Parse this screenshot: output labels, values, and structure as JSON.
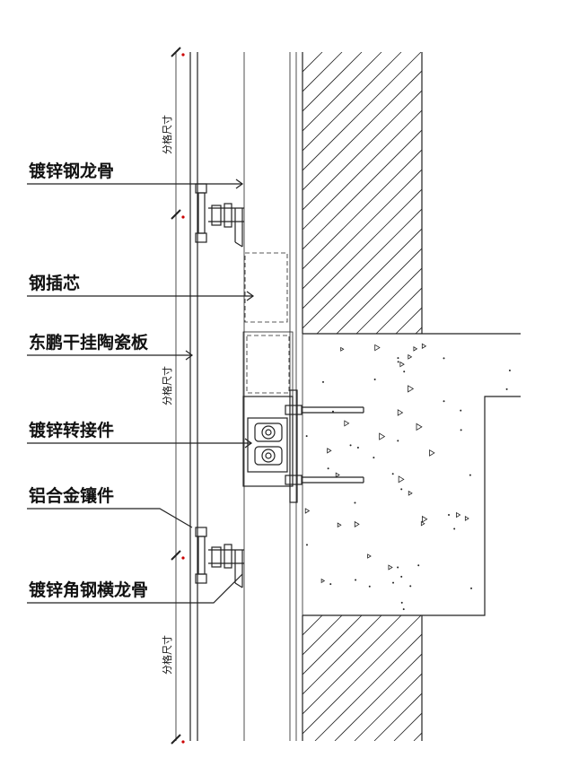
{
  "labels": {
    "galvanized_steel_keel": "镀锌钢龙骨",
    "steel_insert_core": "钢插芯",
    "dongpeng_ceramic_panel": "东鹏干挂陶瓷板",
    "galvanized_adapter": "镀锌转接件",
    "aluminum_alloy_insert": "铝合金镶件",
    "galvanized_angle_crossbeam": "镀锌角钢横龙骨"
  },
  "dimensions": {
    "grid_size_top": "分格尺寸",
    "grid_size_middle": "分格尺寸",
    "grid_size_bottom": "分格尺寸"
  },
  "colors": {
    "line": "#222222",
    "marker": "#cc0000",
    "background": "#ffffff"
  }
}
